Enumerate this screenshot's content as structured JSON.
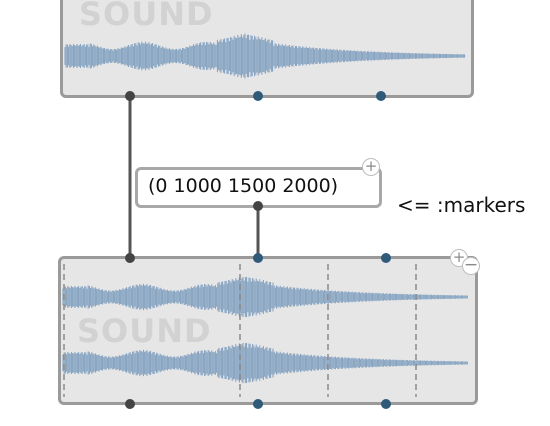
{
  "top_box": {
    "watermark": "SOUND"
  },
  "marker_box": {
    "text": "(0 1000 1500 2000)"
  },
  "comment": {
    "text": "<= :markers"
  },
  "bottom_box": {
    "watermark": "SOUND"
  },
  "colors": {
    "waveform": "#7f9fbf",
    "box_fill": "#e6e6e6",
    "box_border": "#9a9a9a",
    "connection": "#555555",
    "outlet_blue": "#2f5a7a",
    "marker_line": "#8c8c8c"
  },
  "icons": {
    "marker_box_plus": "plus-icon",
    "bottom_box_plus": "plus-icon",
    "bottom_box_minus": "minus-icon"
  }
}
